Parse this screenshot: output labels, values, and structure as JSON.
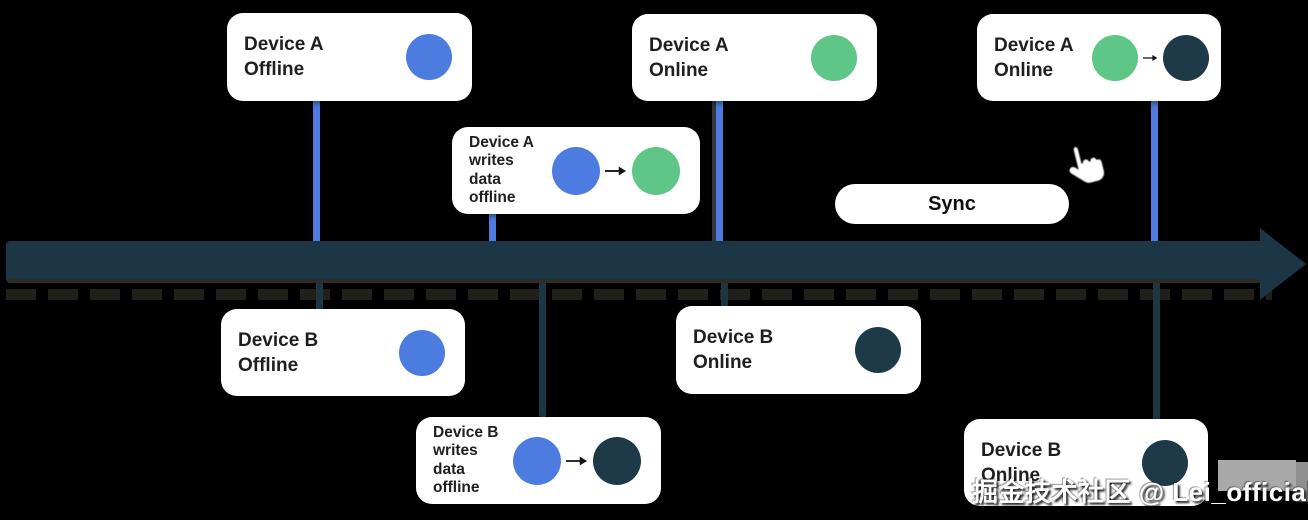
{
  "diagram": {
    "cards": [
      {
        "id": "device-a-offline",
        "label": "Device A\nOffline",
        "circles": [
          "blue"
        ]
      },
      {
        "id": "device-a-writes-data-offline",
        "label": "Device A\nwrites\ndata\noffline",
        "circles": [
          "blue",
          "green"
        ]
      },
      {
        "id": "device-a-online-1",
        "label": "Device A\nOnline",
        "circles": [
          "green"
        ]
      },
      {
        "id": "device-a-online-2",
        "label": "Device A\nOnline",
        "circles": [
          "green",
          "dark"
        ]
      },
      {
        "id": "device-b-offline",
        "label": "Device B\nOffline",
        "circles": [
          "blue"
        ]
      },
      {
        "id": "device-b-writes-data-offline",
        "label": "Device B\nwrites\ndata\noffline",
        "circles": [
          "blue",
          "dark"
        ]
      },
      {
        "id": "device-b-online-1",
        "label": "Device B\nOnline",
        "circles": [
          "dark"
        ]
      },
      {
        "id": "device-b-online-2",
        "label": "Device B\nOnline",
        "circles": [
          "dark"
        ]
      }
    ],
    "sync_button": {
      "label": "Sync"
    },
    "watermark": {
      "text": "掘金技术社区 @ Lei_official"
    },
    "icons": {
      "cursor": "hand-pointer-icon",
      "timeline": "right-arrow-timeline",
      "between_circles": "small-right-arrow"
    },
    "colors": {
      "blue": "#4d7ce0",
      "green": "#5ec687",
      "dark": "#1e3a48",
      "timeline": "#1d3645",
      "connector_a": "#4d7ce0",
      "connector_b": "#1c3743",
      "card_bg": "#ffffff",
      "background": "#000000"
    }
  }
}
